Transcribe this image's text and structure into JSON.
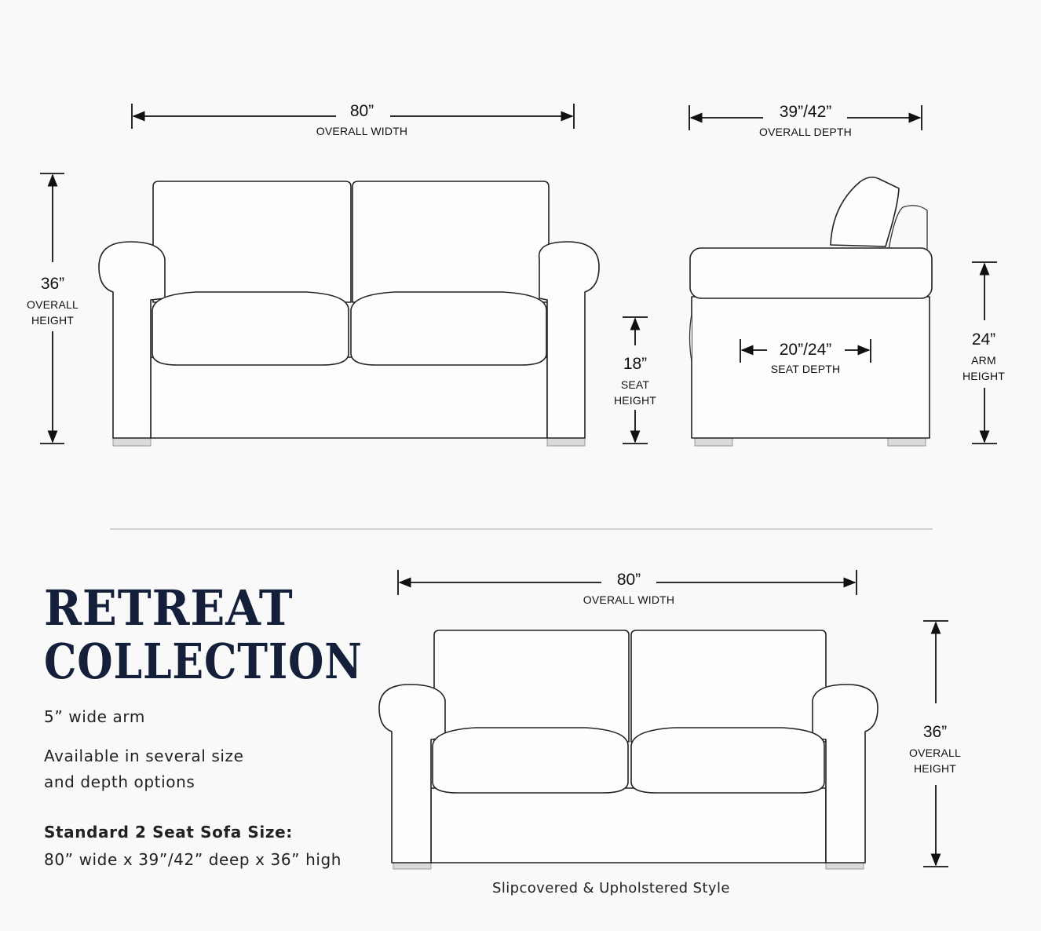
{
  "front_view": {
    "width": {
      "value": "80”",
      "label": "OVERALL WIDTH"
    },
    "height": {
      "value": "36”",
      "label_line1": "OVERALL",
      "label_line2": "HEIGHT"
    },
    "seat_height": {
      "value": "18”",
      "label_line1": "SEAT",
      "label_line2": "HEIGHT"
    }
  },
  "side_view": {
    "depth": {
      "value": "39”/42”",
      "label": "OVERALL DEPTH"
    },
    "seat_depth": {
      "value": "20”/24”",
      "label": "SEAT DEPTH"
    },
    "arm_height": {
      "value": "24”",
      "label_line1": "ARM",
      "label_line2": "HEIGHT"
    }
  },
  "second_view": {
    "width": {
      "value": "80”",
      "label": "OVERALL WIDTH"
    },
    "height": {
      "value": "36”",
      "label_line1": "OVERALL",
      "label_line2": "HEIGHT"
    },
    "caption": "Slipcovered & Upholstered Style"
  },
  "collection": {
    "title_line1": "RETREAT",
    "title_line2": "COLLECTION",
    "feature1": "5” wide arm",
    "feature2_line1": "Available in several size",
    "feature2_line2": "and depth options",
    "size_heading": "Standard 2 Seat Sofa Size:",
    "size_value": "80” wide x 39”/42” deep x 36” high"
  },
  "colors": {
    "title": "#14203a",
    "line": "#111111",
    "background": "#f9f9f9"
  }
}
